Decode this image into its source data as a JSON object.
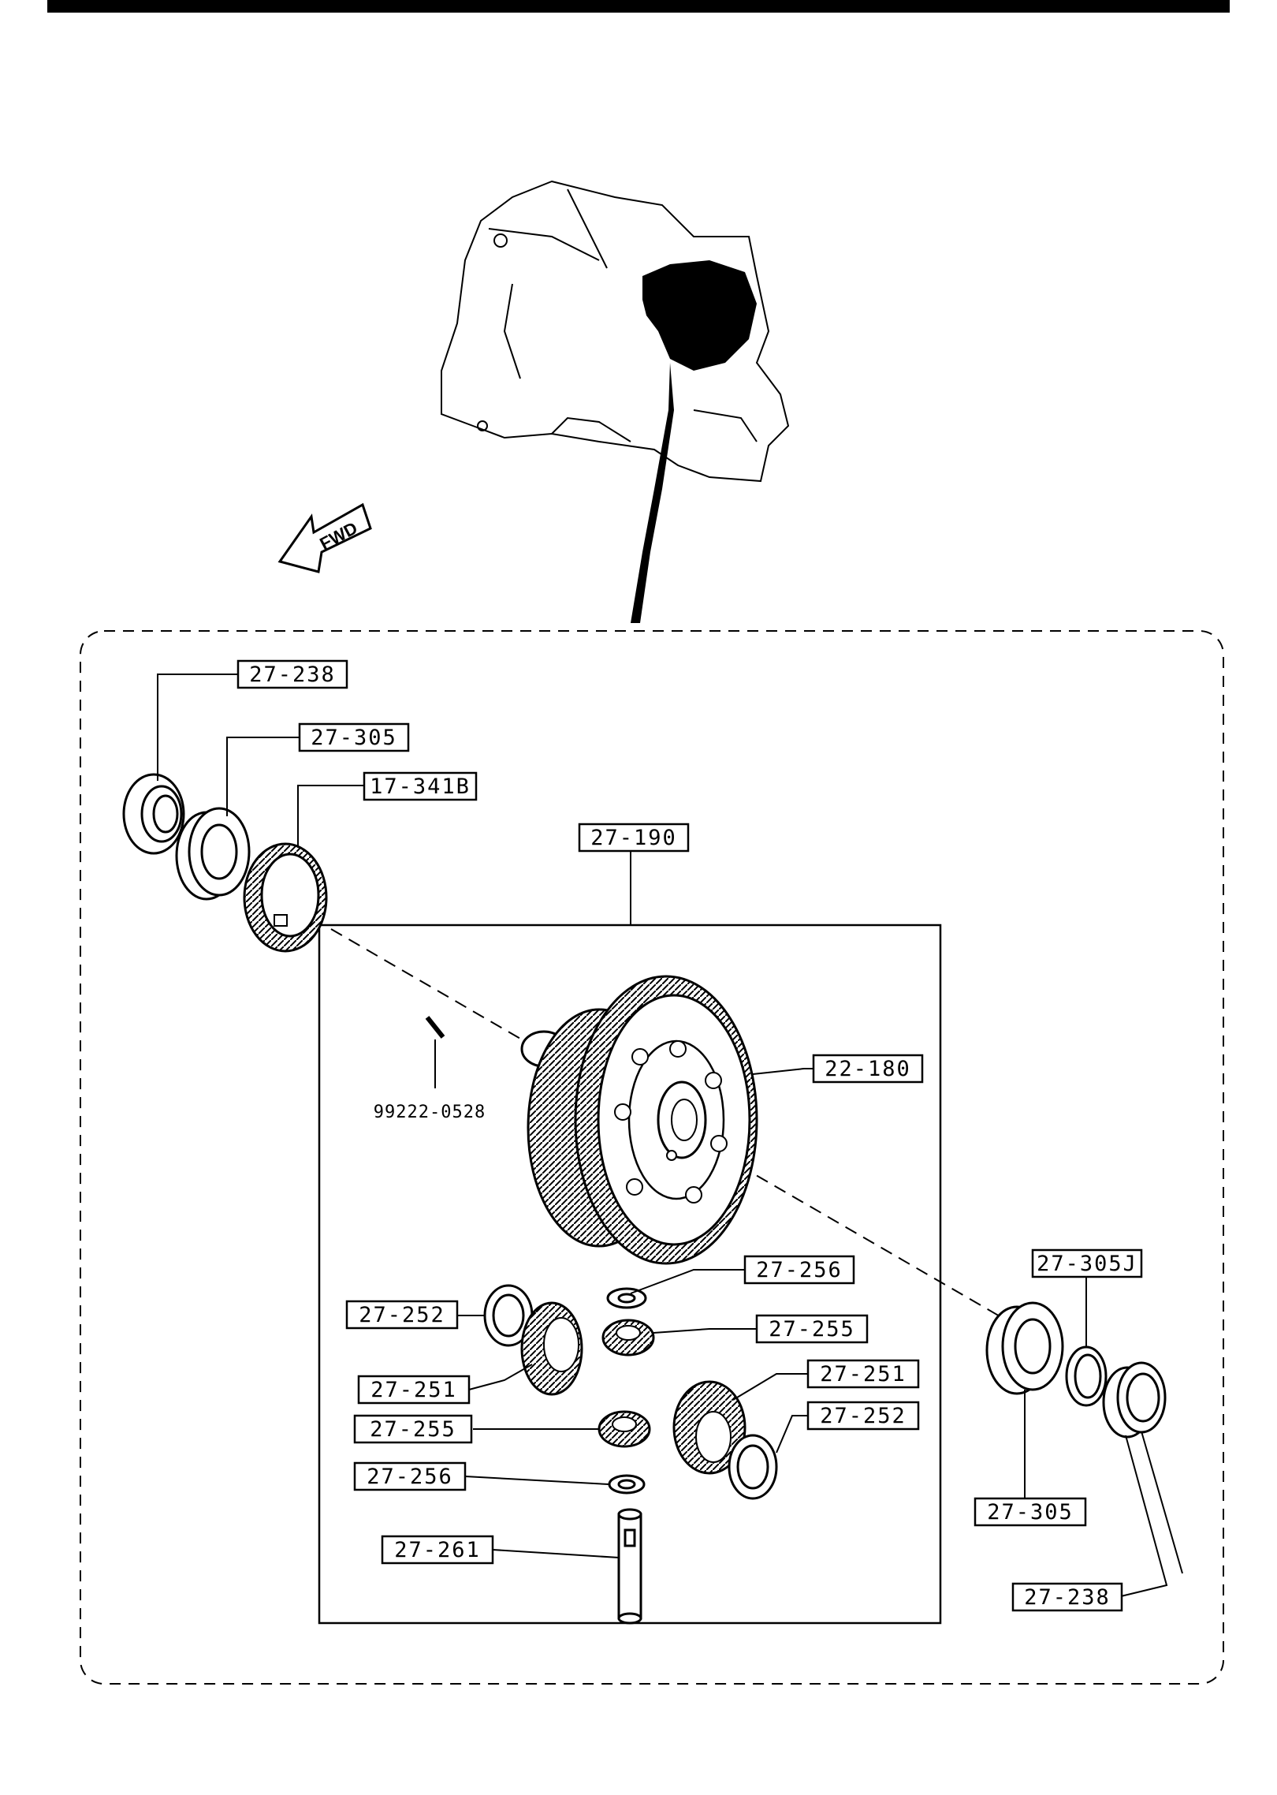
{
  "diagram": {
    "fwd_label": "FWD",
    "callouts": {
      "c_27_238_a": "27-238",
      "c_27_305_a": "27-305",
      "c_17_341b": "17-341B",
      "c_27_190": "27-190",
      "c_22_180": "22-180",
      "c_99222_0528": "99222-0528",
      "c_27_256_a": "27-256",
      "c_27_252_a": "27-252",
      "c_27_255_a": "27-255",
      "c_27_251_a": "27-251",
      "c_27_251_b": "27-251",
      "c_27_252_b": "27-252",
      "c_27_255_b": "27-255",
      "c_27_256_b": "27-256",
      "c_27_261": "27-261",
      "c_27_305j": "27-305J",
      "c_27_305_b": "27-305",
      "c_27_238_b": "27-238"
    }
  }
}
